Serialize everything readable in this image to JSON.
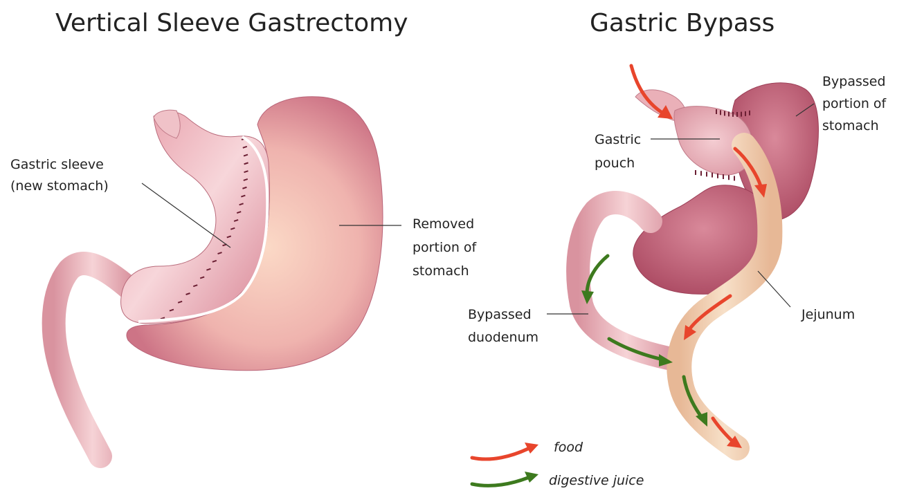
{
  "left_panel": {
    "title": "Vertical Sleeve Gastrectomy",
    "sleeve_label": [
      "Gastric sleeve",
      "(new stomach)"
    ],
    "removed_label": [
      "Removed",
      "portion of",
      "stomach"
    ]
  },
  "right_panel": {
    "title": "Gastric Bypass",
    "bypassed_stomach_label": [
      "Bypassed",
      "portion of",
      "stomach"
    ],
    "pouch_label": [
      "Gastric",
      "pouch"
    ],
    "duodenum_label": [
      "Bypassed",
      "duodenum"
    ],
    "jejunum_label": "Jejunum"
  },
  "legend": {
    "food": "food",
    "juice": "digestive juice"
  },
  "colors": {
    "food_arrow": "#e8452c",
    "juice_arrow": "#3d7a1e",
    "stomach": "#d98a98",
    "stomach_dark": "#b85a70",
    "intestine": "#eec0c4",
    "jejunum": "#efcfae"
  }
}
